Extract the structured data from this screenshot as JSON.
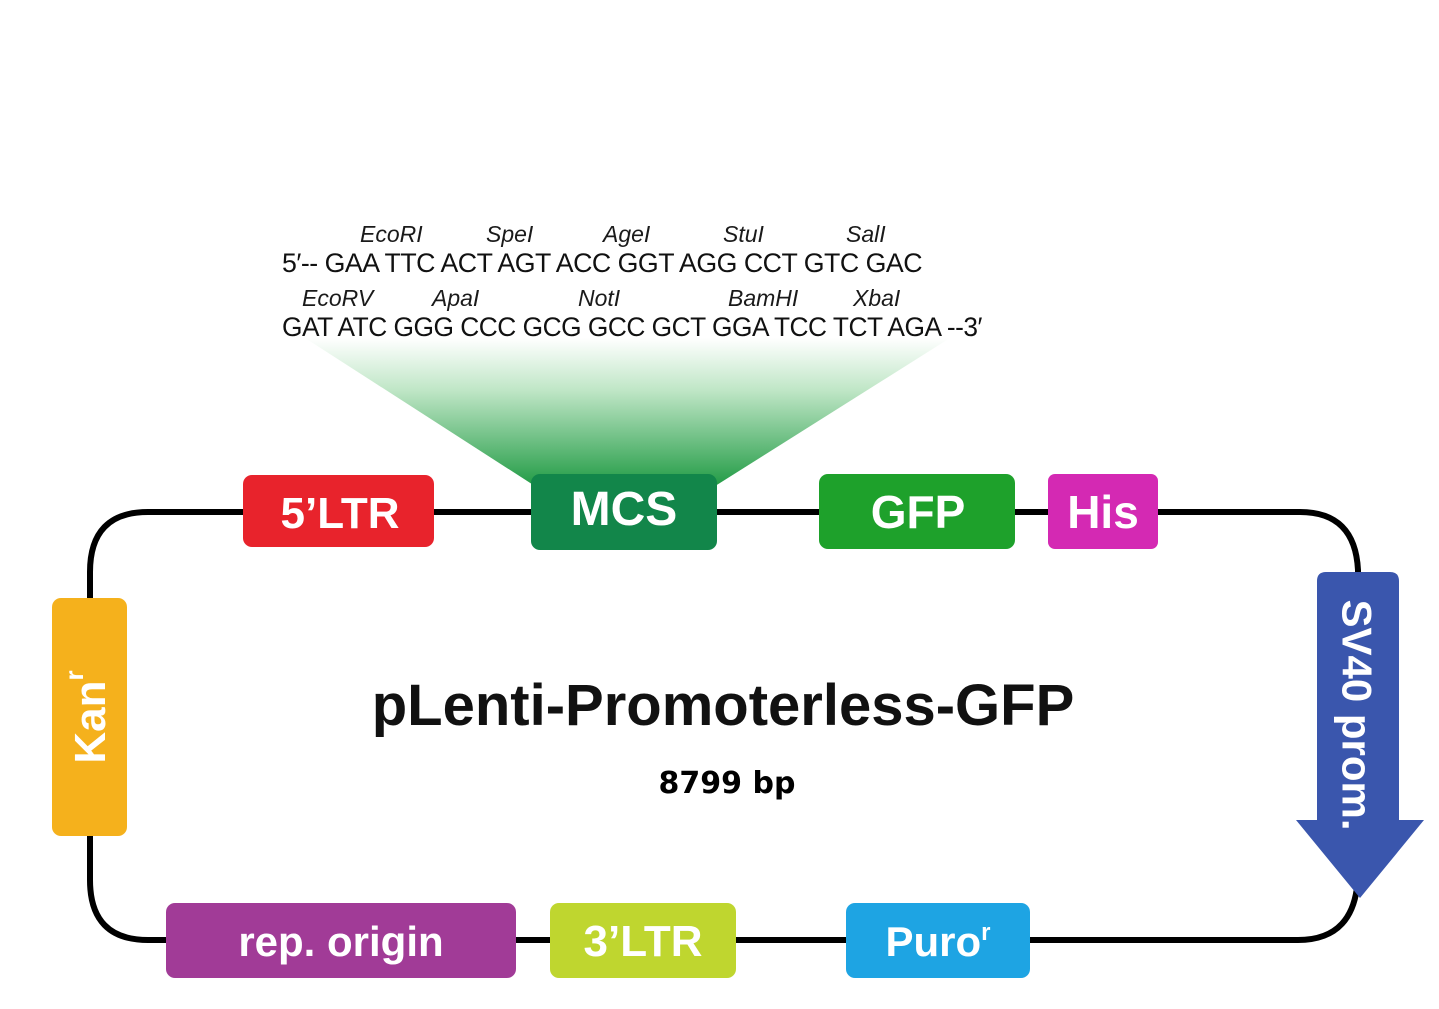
{
  "plasmid": {
    "name": "pLenti-Promoterless-GFP",
    "size": "8799 bp"
  },
  "mcs_sequence": {
    "line1": {
      "enzymes": [
        "EcoRI",
        "SpeI",
        "AgeI",
        "StuI",
        "SalI"
      ],
      "sequence": "5′-- GAA TTC ACT AGT ACC GGT AGG CCT GTC GAC"
    },
    "line2": {
      "enzymes": [
        "EcoRV",
        "ApaI",
        "NotI",
        "BamHI",
        "XbaI"
      ],
      "sequence": "GAT ATC GGG CCC GCG GCC GCT GGA TCC TCT AGA --3′"
    }
  },
  "features": {
    "ltr5": {
      "label": "5’LTR",
      "color": "#e8232c"
    },
    "mcs": {
      "label": "MCS",
      "color": "#12864a"
    },
    "gfp": {
      "label": "GFP",
      "color": "#1ea12b"
    },
    "his": {
      "label": "His",
      "color": "#d429b3"
    },
    "sv40": {
      "label": "SV40 prom.",
      "color": "#3a56ad"
    },
    "puro": {
      "label": "Puro",
      "superscript": "r",
      "color": "#1ea4e3"
    },
    "ltr3": {
      "label": "3’LTR",
      "color": "#bfd62f",
      "text_color": "#1a1a1a"
    },
    "rep_origin": {
      "label": "rep. origin",
      "color": "#a13b97"
    },
    "kan": {
      "label": "Kan",
      "superscript": "r",
      "color": "#f5b11c",
      "text_color": "#1a1a1a"
    }
  },
  "backbone_color": "#000000"
}
